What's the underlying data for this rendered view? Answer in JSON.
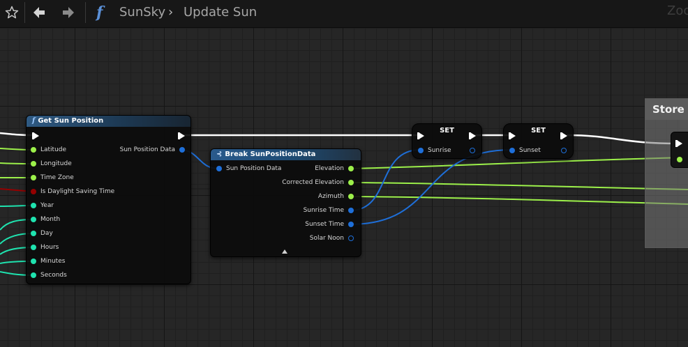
{
  "breadcrumb": {
    "blueprint": "SunSky",
    "function": "Update Sun"
  },
  "toolbar": {
    "zoom_text": "Zoom"
  },
  "icons": {
    "bookmark": "star-icon",
    "back": "arrow-left-icon",
    "forward": "arrow-right-icon",
    "function": "function-icon"
  },
  "colors": {
    "float_pin": "#9cf04a",
    "struct_pin": "#1e6fd9",
    "int_pin": "#1fe3af",
    "bool_pin": "#940000",
    "exec": "#ffffff"
  },
  "nodes": {
    "get_sun_position": {
      "title": "Get Sun Position",
      "inputs": [
        "Latitude",
        "Longitude",
        "Time Zone",
        "Is Daylight Saving Time",
        "Year",
        "Month",
        "Day",
        "Hours",
        "Minutes",
        "Seconds"
      ],
      "output": "Sun Position Data"
    },
    "break_sun_position": {
      "title": "Break SunPositionData",
      "input": "Sun Position Data",
      "outputs": [
        "Elevation",
        "Corrected Elevation",
        "Azimuth",
        "Sunrise Time",
        "Sunset Time",
        "Solar Noon"
      ]
    },
    "set_sunrise": {
      "title": "SET",
      "pin": "Sunrise"
    },
    "set_sunset": {
      "title": "SET",
      "pin": "Sunset"
    }
  },
  "comment": {
    "title": "Store t"
  }
}
